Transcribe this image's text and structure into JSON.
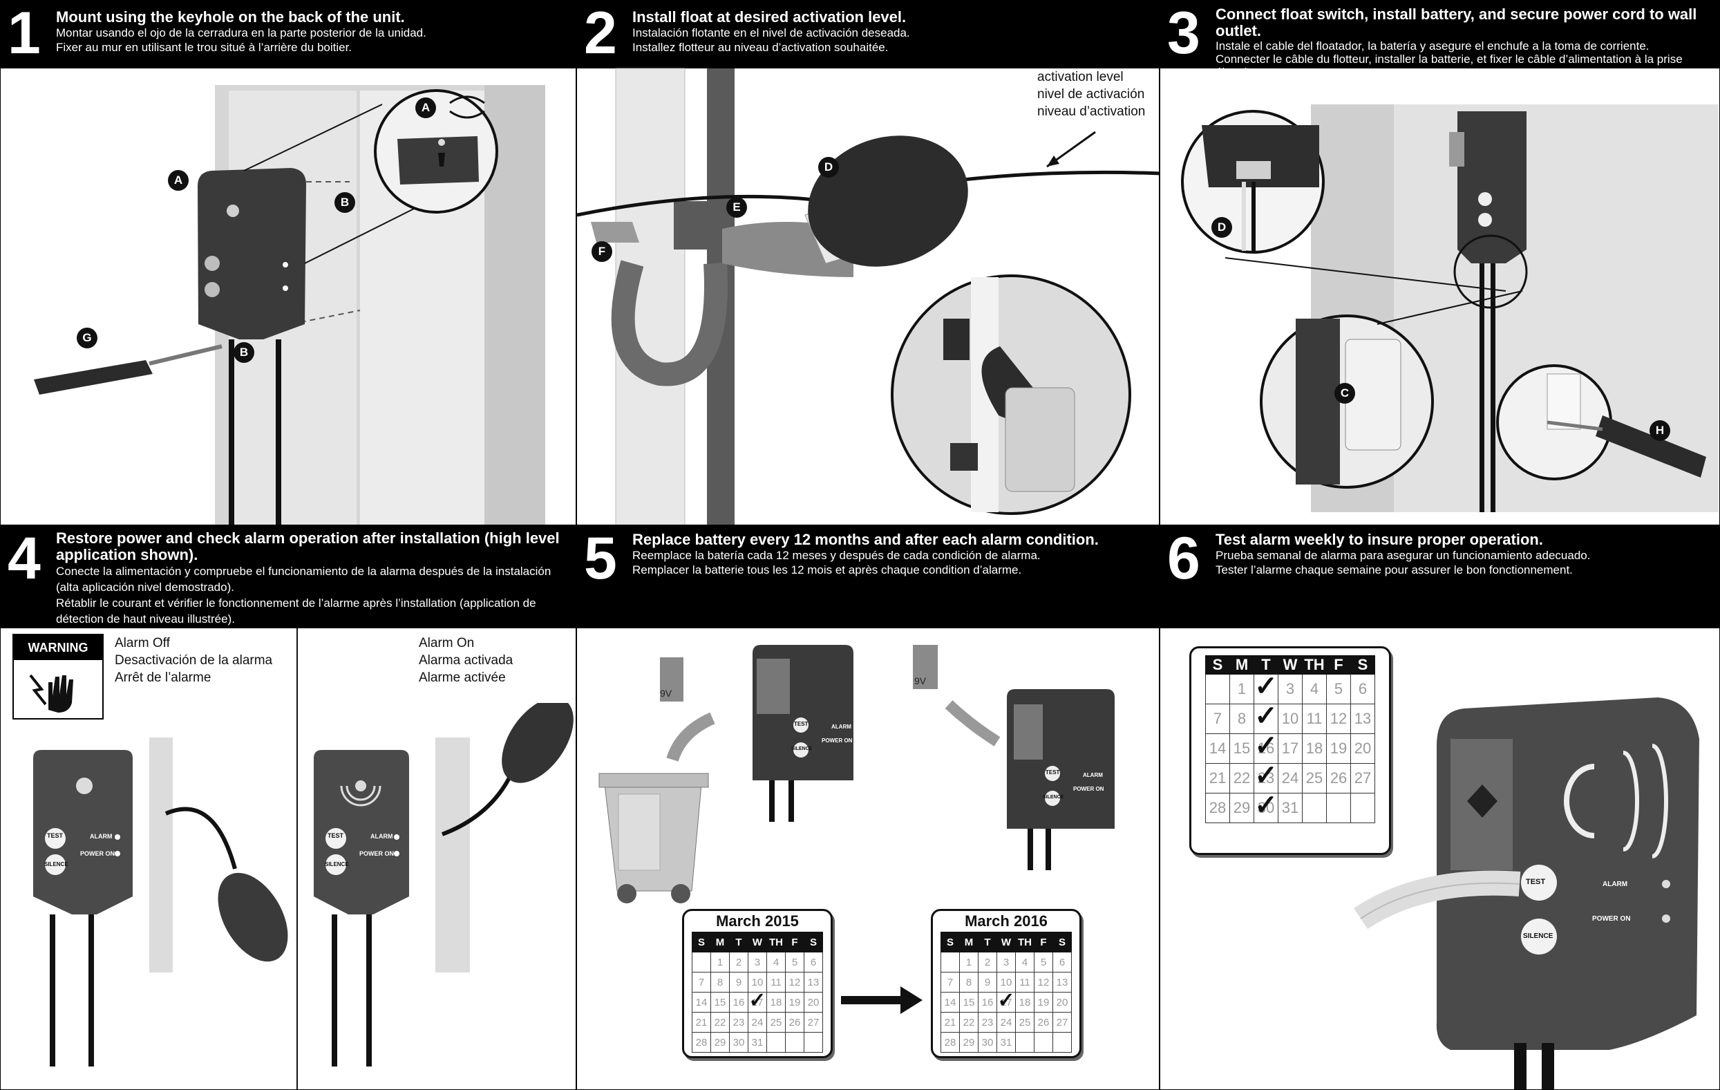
{
  "steps": [
    {
      "number": "1",
      "title": "Mount using the keyhole on the back of the unit.",
      "lines": [
        "Montar usando el ojo de la cerradura en la parte posterior de la unidad.",
        "Fixer au mur en utilisant le trou situé à l’arrière du boitier."
      ]
    },
    {
      "number": "2",
      "title": "Install float at desired activation level.",
      "lines": [
        "Instalación flotante en el nivel de activación deseada.",
        "Installez flotteur au niveau d’activation souhaitée."
      ]
    },
    {
      "number": "3",
      "title": "Connect float switch, install battery, and secure power cord to wall outlet.",
      "lines": [
        "Instale el cable del floatador, la batería y asegure el enchufe a la toma de corriente.",
        "Connecter le câble du flotteur, installer la batterie, et fixer le câble d’alimentation à la prise électrique."
      ]
    },
    {
      "number": "4",
      "title": "Restore power and check alarm operation after installation (high level application shown).",
      "lines": [
        "Conecte la alimentación y compruebe el funcionamiento de la alarma después de la instalación (alta aplicación nivel demostrado).",
        "Rétablir le courant et vérifier le fonctionnement de l’alarme après l’installation (application de détection de haut niveau illustrée)."
      ]
    },
    {
      "number": "5",
      "title": "Replace battery every 12 months and after each alarm condition.",
      "lines": [
        "Reemplace la batería cada 12 meses y después de cada condición de alarma.",
        "Remplacer la batterie tous les 12 mois et après chaque condition d’alarme."
      ]
    },
    {
      "number": "6",
      "title": "Test alarm weekly to insure proper operation.",
      "lines": [
        "Prueba semanal de alarma para asegurar un funcionamiento adecuado.",
        "Tester l’alarme chaque semaine pour assurer le bon fonctionnement."
      ]
    }
  ],
  "callouts": {
    "a": "A",
    "b": "B",
    "c": "C",
    "d": "D",
    "e": "E",
    "f": "F",
    "g": "G",
    "h": "H"
  },
  "activation_level": [
    "activation level",
    "nivel de activación",
    "niveau d’activation"
  ],
  "warning_label": "WARNING",
  "alarm_off": [
    "Alarm Off",
    "Desactivación de la alarma",
    "Arrêt de l’alarme"
  ],
  "alarm_on": [
    "Alarm On",
    "Alarma activada",
    "Alarme activée"
  ],
  "device_labels": {
    "test": "TEST",
    "silence": "SILENCE",
    "alarm": "ALARM",
    "power_on": "POWER ON",
    "battery": "9V"
  },
  "calendars": {
    "weekdays": [
      "S",
      "M",
      "T",
      "W",
      "TH",
      "F",
      "S"
    ],
    "march_2015": {
      "title": "March 2015"
    },
    "march_2016": {
      "title": "March 2016"
    }
  },
  "colors": {
    "header_bg": "#000000",
    "device": "#3a3a3a",
    "pipe": "#d9d9d9"
  }
}
